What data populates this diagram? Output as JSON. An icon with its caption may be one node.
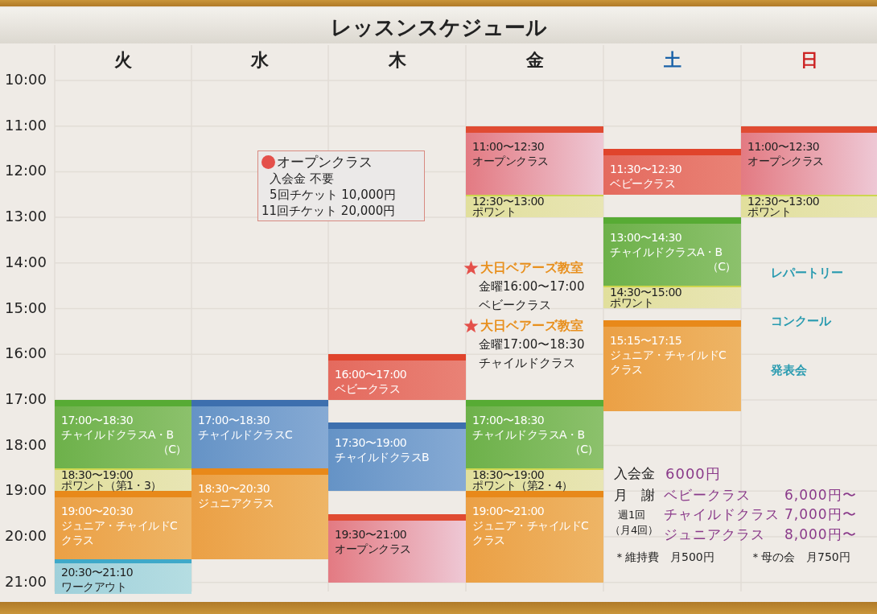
{
  "diagram": {
    "title": "レッスンスケジュール",
    "nodes": [
      {
        "text": [
          "17:00〜18:30",
          "チャイルドクラスA・B",
          "（C）"
        ]
      },
      {
        "text": [
          "18:30〜19:00",
          "ポワント（第1・3）"
        ]
      },
      {
        "text": [
          "19:00〜20:30",
          "ジュニア・チャイルドCクラス"
        ]
      },
      {
        "text": [
          "20:30〜21:10",
          "ワークアウト"
        ]
      },
      {
        "text": [
          "17:00〜18:30",
          "チャイルドクラスC"
        ]
      },
      {
        "text": [
          "18:30〜20:30",
          "ジュニアクラス"
        ]
      },
      {
        "text": [
          "16:00〜17:00",
          "ベビークラス"
        ]
      },
      {
        "text": [
          "17:30〜19:00",
          "チャイルドクラスB"
        ]
      },
      {
        "text": [
          "19:30〜21:00",
          "オープンクラス"
        ]
      },
      {
        "text": [
          "11:00〜12:30",
          "オープンクラス"
        ]
      },
      {
        "text": [
          "12:30〜13:00",
          "ポワント"
        ]
      },
      {
        "text": [
          "17:00〜18:30",
          "チャイルドクラスA・B",
          "（C）"
        ]
      },
      {
        "text": [
          "18:30〜19:00",
          "ポワント（第2・4）"
        ]
      },
      {
        "text": [
          "19:00〜21:00",
          "ジュニア・チャイルドCクラス"
        ]
      },
      {
        "text": [
          "11:30〜12:30",
          "ベビークラス"
        ]
      },
      {
        "text": [
          "13:00〜14:30",
          "チャイルドクラスA・B",
          "（C）"
        ]
      },
      {
        "text": [
          "14:30〜15:00",
          "ポワント"
        ]
      },
      {
        "text": [
          "15:15〜17:15",
          "ジュニア・チャイルドCクラス"
        ]
      },
      {
        "text": [
          "11:00〜12:30",
          "オープンクラス"
        ]
      },
      {
        "text": [
          "12:30〜13:00",
          "ポワント"
        ]
      },
      {
        "text": [
          "オープンクラス",
          "入会金 不要",
          "5回チケット 10,000円",
          "11回チケット 20,000円"
        ]
      }
    ],
    "labels": [
      "火",
      "水",
      "木",
      "金",
      "土",
      "日",
      "10:00",
      "11:00",
      "12:00",
      "13:00",
      "14:00",
      "15:00",
      "16:00",
      "17:00",
      "18:00",
      "19:00",
      "20:00",
      "21:00",
      "大日ベアーズ教室",
      "金曜16:00〜17:00",
      "ベビークラス",
      "大日ベアーズ教室",
      "金曜17:00〜18:30",
      "チャイルドクラス",
      "レパートリー",
      "コンクール",
      "発表会",
      "入会金",
      "6000円",
      "月　謝",
      "ベビークラス",
      "6,000円〜",
      "週1回",
      "（月4回）",
      "チャイルドクラス",
      "7,000円〜",
      "ジュニアクラス",
      "8,000円〜",
      "＊維持費　月500円",
      "＊母の会　月750円"
    ]
  }
}
